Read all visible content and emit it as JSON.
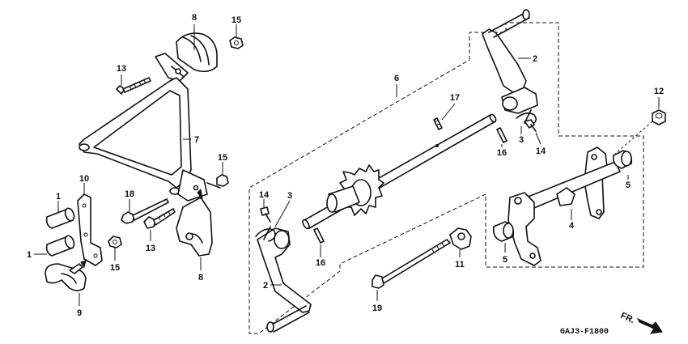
{
  "diagram": {
    "code": "GAJ3-F1800",
    "direction_label": "FR.",
    "callouts": {
      "c1a": "1",
      "c1b": "1",
      "c2a": "2",
      "c2b": "2",
      "c3a": "3",
      "c3b": "3",
      "c4": "4",
      "c5a": "5",
      "c5b": "5",
      "c6": "6",
      "c7": "7",
      "c8a": "8",
      "c8b": "8",
      "c9": "9",
      "c10": "10",
      "c11": "11",
      "c12": "12",
      "c13a": "13",
      "c13b": "13",
      "c14a": "14",
      "c14b": "14",
      "c15a": "15",
      "c15b": "15",
      "c15c": "15",
      "c16a": "16",
      "c16b": "16",
      "c17": "17",
      "c18": "18",
      "c19": "19"
    }
  }
}
